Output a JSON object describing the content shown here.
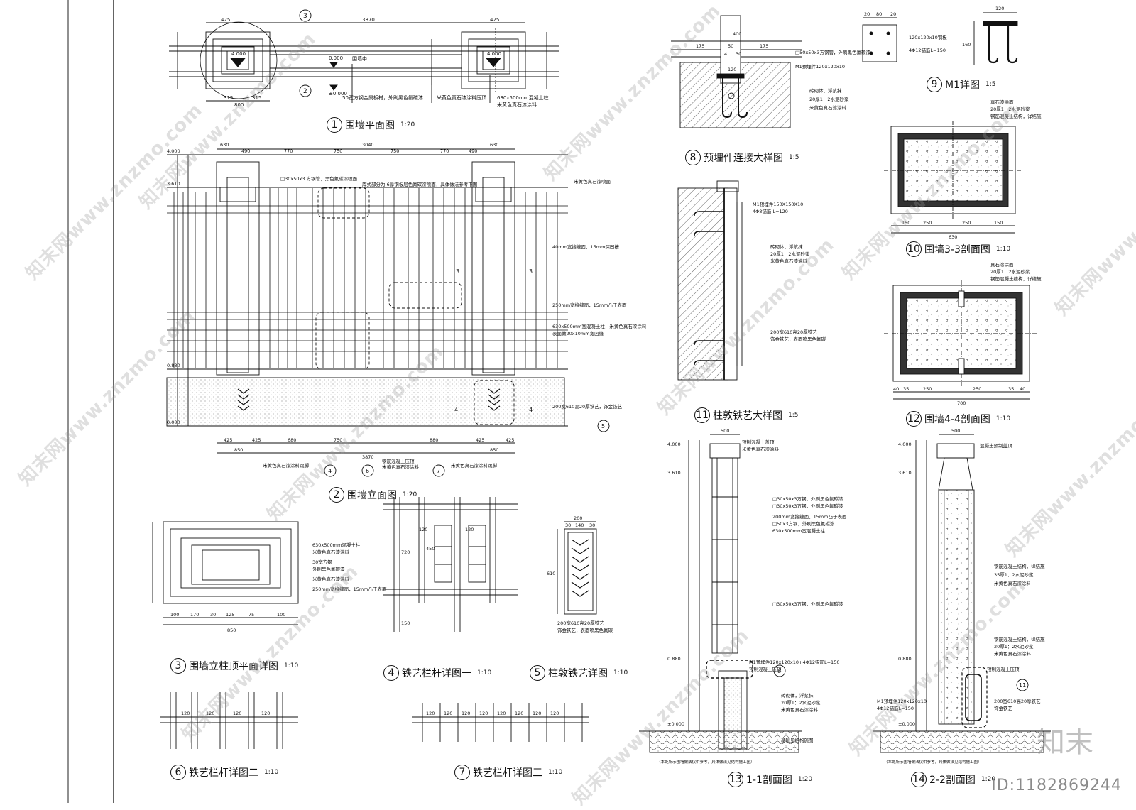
{
  "titles": {
    "t1": {
      "num": "1",
      "text": "围墙平面图",
      "scale": "1:20"
    },
    "t2": {
      "num": "2",
      "text": "围墙立面图",
      "scale": "1:20"
    },
    "t3": {
      "num": "3",
      "text": "围墙立柱顶平面详图",
      "scale": "1:10"
    },
    "t4": {
      "num": "4",
      "text": "铁艺栏杆详图一",
      "scale": "1:10"
    },
    "t5": {
      "num": "5",
      "text": "柱敦铁艺详图",
      "scale": "1:10"
    },
    "t6": {
      "num": "6",
      "text": "铁艺栏杆详图二",
      "scale": "1:10"
    },
    "t7": {
      "num": "7",
      "text": "铁艺栏杆详图三",
      "scale": "1:10"
    },
    "t8": {
      "num": "8",
      "text": "预埋件连接大样图",
      "scale": "1:5"
    },
    "t9": {
      "num": "9",
      "text": "M1详图",
      "scale": "1:5"
    },
    "t10": {
      "num": "10",
      "text": "围墙3-3剖面图",
      "scale": "1:10"
    },
    "t11": {
      "num": "11",
      "text": "柱敦铁艺大样图",
      "scale": "1:5"
    },
    "t12": {
      "num": "12",
      "text": "围墙4-4剖面图",
      "scale": "1:10"
    },
    "t13": {
      "num": "13",
      "text": "1-1剖面图",
      "scale": "1:20"
    },
    "t14": {
      "num": "14",
      "text": "2-2剖面图",
      "scale": "1:20"
    }
  },
  "watermark": "知末网www.znzmo.com",
  "logo": "知末",
  "id_label": "ID:1182869244",
  "plan": {
    "dims_top": [
      "425",
      "3870",
      "425"
    ],
    "dims_bottom": [
      "315",
      "315"
    ],
    "dim_800": "800",
    "level": "0.000",
    "level2": "±0.000",
    "callout_top": "3",
    "callout_left": "2",
    "col_label_1": "4.000",
    "col_label_2": "4.000",
    "note_1": "50宽方钢金属板材，外刷黑色氟碳漆",
    "note_2": "米黄色真石漆涂料压顶",
    "note_3": "630x500mm混凝土柱",
    "note_4": "米黄色真石漆涂料",
    "note_5": "围墙中"
  },
  "elev": {
    "dims_top": [
      "630",
      "490",
      "770",
      "750",
      "750",
      "770",
      "490",
      "630"
    ],
    "dim_total": "3040",
    "levels": [
      "4.000",
      "3.610",
      "0.880",
      "0.000"
    ],
    "dims_bottom": [
      "425",
      "425",
      "680",
      "750",
      "880",
      "425",
      "425"
    ],
    "dims_bottom2": [
      "850",
      "3870",
      "850"
    ],
    "notes": [
      "□30x50x3.方钢管，黑色氟碳漆喷面",
      "库式部分为 6厚钢板层色氟碳漆喷面，具体做法参考下图",
      "米黄色真石漆喷面",
      "40mm宽接缝面，15mm深凹槽",
      "250mm宽接缝面，15mm凸于表面",
      "630x500mm宽混凝土柱，米黄色真石漆涂料",
      "表面做20x10mm宽凹缝",
      "200宽610高20厚铁艺，饰金铁艺"
    ],
    "bottom_notes": [
      "米黄色真石漆涂料踢脚",
      "钢筋混凝土压顶",
      "米黄色真石漆涂料",
      "米黄色真石漆涂料踢脚"
    ],
    "callouts": [
      "4",
      "6",
      "7",
      "5",
      "3",
      "3",
      "4",
      "4"
    ]
  },
  "d3": {
    "dims": [
      "100",
      "170",
      "30",
      "125",
      "75",
      "100"
    ],
    "total": "850",
    "notes": [
      "630x500mm混凝土柱",
      "米黄色真石漆涂料",
      "30宽方钢",
      "外刷黑色氟碳漆",
      "米黄色真石漆涂料",
      "250mm宽接缝面，15mm凸于表面"
    ]
  },
  "d4": {
    "dims": [
      "720",
      "450",
      "150",
      "120",
      "120"
    ]
  },
  "d5": {
    "dims": [
      "200",
      "30",
      "140",
      "30",
      "610"
    ],
    "note": "200宽610高20厚铁艺",
    "note2": "饰金铁艺，表面喷黑色氟碳"
  },
  "d6": {
    "dims": [
      "120",
      "120",
      "120",
      "120"
    ]
  },
  "d7": {
    "dims": [
      "120",
      "120",
      "120",
      "120",
      "120",
      "120",
      "120",
      "120"
    ]
  },
  "d8": {
    "dims": [
      "175",
      "50",
      "175",
      "400",
      "120",
      "4",
      "30"
    ],
    "notes": [
      "□50x50x3方钢管，外刷黑色氟碳漆",
      "M1预埋件120x120x10",
      "砖砌体，浮浆抹",
      "20厚1：2水泥砂浆",
      "米黄色真石漆涂料"
    ]
  },
  "d9": {
    "dims": [
      "20",
      "80",
      "20",
      "120",
      "160"
    ],
    "notes": [
      "120x120x10钢板",
      "4Φ12锚筋L=150"
    ]
  },
  "d10": {
    "dims": [
      "150",
      "250",
      "250",
      "150"
    ],
    "total": "630",
    "notes": [
      "真石漆涂面",
      "20厚1：2水泥砂浆",
      "钢筋混凝土结构，详结施"
    ]
  },
  "d11": {
    "notes": [
      "M1预埋件150X150X10",
      "4Φ8锚筋 L=120",
      "砖砌体，浮浆抹",
      "20厚1：2水泥砂浆",
      "米黄色真石漆涂料",
      "200宽610高20厚铁艺",
      "饰金铁艺，表面喷黑色氟碳"
    ]
  },
  "d12": {
    "dims": [
      "40",
      "35",
      "250",
      "250",
      "35",
      "40"
    ],
    "total": "700",
    "notes": [
      "真石漆涂面",
      "20厚1：2水泥砂浆",
      "钢筋混凝土结构，详结施"
    ]
  },
  "d13": {
    "dims_top": [
      "500"
    ],
    "levels": [
      "4.000",
      "3.610",
      "0.880",
      "±0.000"
    ],
    "notes": [
      "预制混凝土盖顶",
      "米黄色真石漆涂料",
      "□30x50x3方钢，外刷黑色氟碳漆",
      "□30x50x3方钢，外刷黑色氟碳漆",
      "200mm宽接缝面，15mm凸于表面",
      "□50x3方钢，外刷黑色氟碳漆",
      "630x500mm宽混凝土柱",
      "□30x50x3方钢，外刷黑色氟碳漆",
      "M1预埋件120x120x10+4Φ12锚筋L=150",
      "预制混凝土压顶",
      "砖砌体，浮浆抹",
      "20厚1：2水泥砂浆",
      "米黄色真石漆涂料",
      "基础见结构施图"
    ],
    "bottom_note": "（本处所示围墙做法仅供参考，具体做法见结构施工图）",
    "callout": "8"
  },
  "d14": {
    "dims_top": [
      "500"
    ],
    "levels": [
      "4.000",
      "3.610",
      "0.880",
      "±0.000"
    ],
    "notes": [
      "混凝土预制盖顶",
      "钢筋混凝土结构，详结施",
      "35厚1：2水泥砂浆",
      "米黄色真石漆涂料",
      "钢筋混凝土结构，详结施",
      "20厚1：2水泥砂浆",
      "米黄色真石漆涂料",
      "M1预埋件120x120x10",
      "4Φ12锚筋L=150",
      "200宽610高20厚铁艺",
      "饰金铁艺",
      "预制混凝土压顶"
    ],
    "bottom_note": "（本处所示围墙做法仅供参考，具体做法见结构施工图）",
    "callout": "11"
  }
}
